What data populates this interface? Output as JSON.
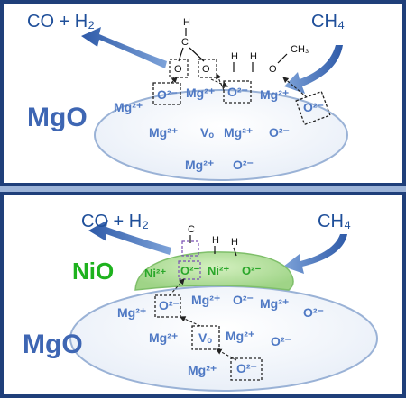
{
  "top_panel": {
    "product_label": "CO + H₂",
    "reactant_label": "CH₄",
    "support_label": "MgO",
    "adsorbate": {
      "h": "H",
      "c": "C",
      "o1": "O",
      "o2": "O",
      "h2": "H",
      "h3": "H",
      "ch3": "CH₃",
      "o3": "O"
    },
    "ions": {
      "row1": [
        "Mg²⁺",
        "O²⁻",
        "Mg²⁺",
        "O²⁻",
        "Mg²⁺",
        "O²⁻"
      ],
      "row2": [
        "Mg²⁺",
        "Vₒ",
        "Mg²⁺",
        "O²⁻"
      ],
      "row3": [
        "Mg²⁺",
        "O²⁻"
      ]
    }
  },
  "bottom_panel": {
    "product_label": "CO + H₂",
    "reactant_label": "CH₄",
    "nio_label": "NiO",
    "support_label": "MgO",
    "adsorbate": {
      "c": "C",
      "h1": "H",
      "h2": "H"
    },
    "nio_ions": [
      "Ni²⁺",
      "O²⁻",
      "Ni²⁺",
      "O²⁻"
    ],
    "ions": {
      "row1": [
        "Mg²⁺",
        "O²⁻",
        "Mg²⁺",
        "O²⁻",
        "Mg²⁺",
        "O²⁻"
      ],
      "row2": [
        "Mg²⁺",
        "Vₒ",
        "Mg²⁺",
        "O²⁻"
      ],
      "row3": [
        "Mg²⁺",
        "O²⁻"
      ]
    }
  },
  "colors": {
    "frame": "#1f3f7a",
    "ellipse_fill": "#f5f8fc",
    "ellipse_stroke": "#9ab2d6",
    "nio_fill": "#b8e2a0",
    "arrow": "#2f5fa8",
    "ion": "#4f79c4"
  }
}
